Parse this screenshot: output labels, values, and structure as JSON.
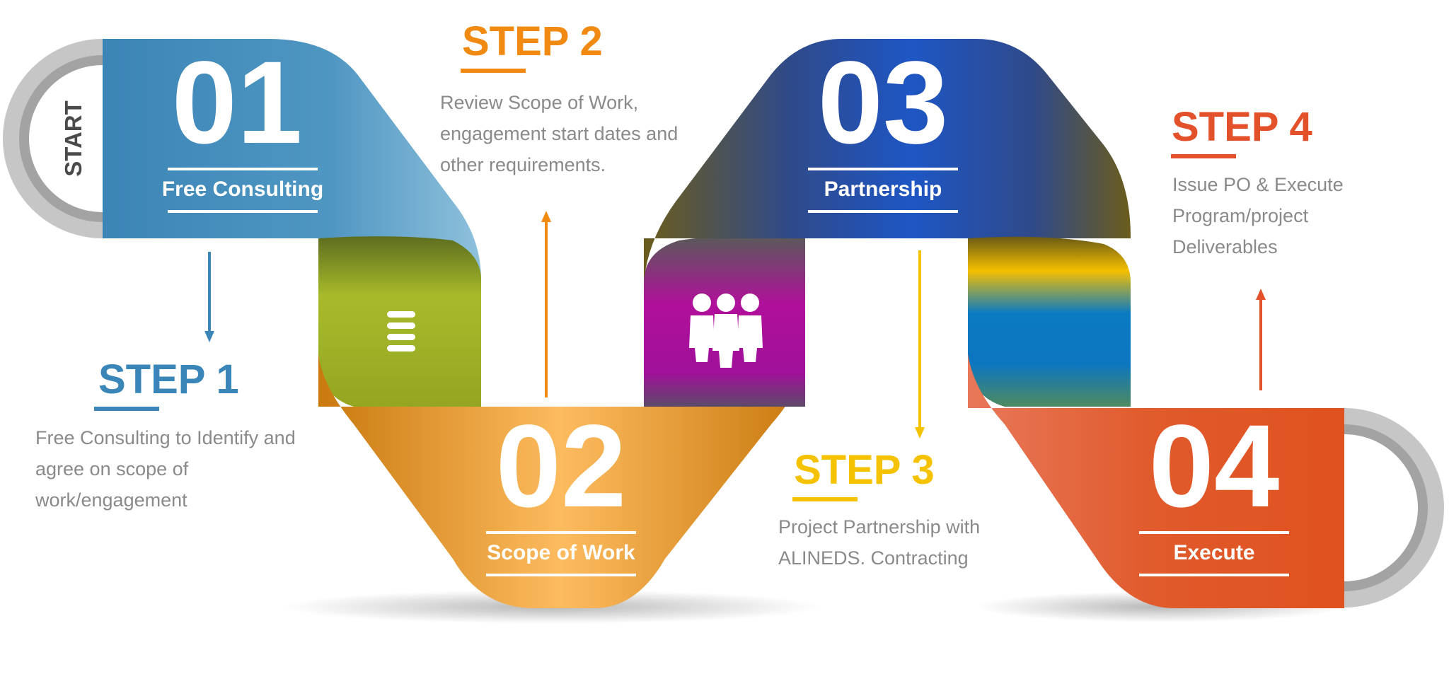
{
  "start_label": "START",
  "panels": [
    {
      "number": "01",
      "label": "Free Consulting",
      "color": "#4a8fbe"
    },
    {
      "number": "02",
      "label": "Scope of Work",
      "color": "#f0a33b"
    },
    {
      "number": "03",
      "label": "Partnership",
      "color": "#23499e"
    },
    {
      "number": "04",
      "label": "Execute",
      "color": "#e05a2b"
    }
  ],
  "steps": [
    {
      "title": "STEP 1",
      "color": "#3b86b8",
      "description": [
        "Free Consulting to Identify and",
        "agree on scope of",
        "work/engagement"
      ]
    },
    {
      "title": "STEP 2",
      "color": "#f08a12",
      "description": [
        "Review Scope of Work,",
        "engagement start dates and",
        "other requirements."
      ]
    },
    {
      "title": "STEP 3",
      "color": "#f5c200",
      "description": [
        "Project Partnership with",
        "ALINEDS. Contracting"
      ]
    },
    {
      "title": "STEP 4",
      "color": "#e2512a",
      "description": [
        "Issue PO & Execute",
        "Program/project",
        "Deliverables"
      ]
    }
  ],
  "icons": {
    "link1": "list-icon",
    "link2": "people-icon"
  }
}
